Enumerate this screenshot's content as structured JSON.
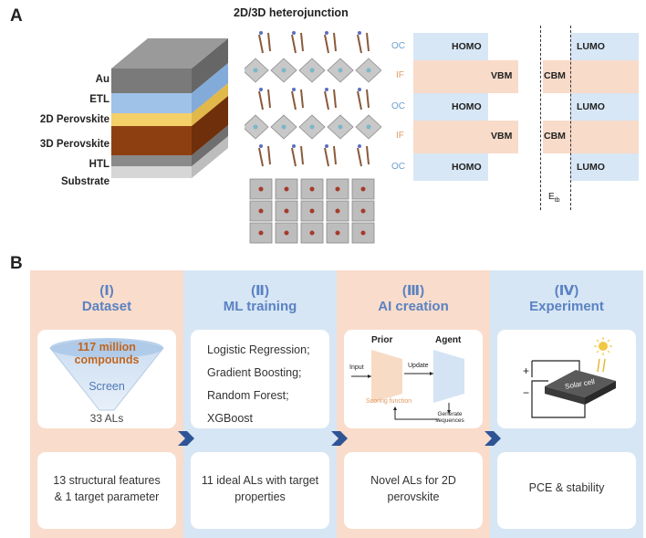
{
  "panel_a": {
    "letter": "A",
    "title": "2D/3D heterojunction",
    "layers": [
      "Au",
      "ETL",
      "2D Perovskite",
      "3D Perovskite",
      "HTL",
      "Substrate"
    ],
    "energy_diagram": {
      "left_rows": [
        {
          "side": "OC",
          "level": "HOMO"
        },
        {
          "side": "IF",
          "level": "VBM"
        },
        {
          "side": "OC",
          "level": "HOMO"
        },
        {
          "side": "IF",
          "level": "VBM"
        },
        {
          "side": "OC",
          "level": "HOMO"
        }
      ],
      "right_rows": [
        "LUMO",
        "CBM",
        "LUMO",
        "CBM",
        "LUMO"
      ],
      "eb_label": "E",
      "eb_sub": "tb"
    }
  },
  "panel_b": {
    "letter": "B",
    "stages": [
      {
        "num": "(Ⅰ)",
        "title": "Dataset",
        "funnel_top": "117 million",
        "funnel_top2": "compounds",
        "funnel_mid": "Screen",
        "funnel_out": "33 ALs",
        "bottom": [
          "13 structural features",
          "& 1 target parameter"
        ]
      },
      {
        "num": "(Ⅱ)",
        "title": "ML training",
        "models": [
          "Logistic Regression;",
          "Gradient Boosting;",
          "Random Forest;",
          "XGBoost"
        ],
        "bottom": [
          "11 ideal ALs with target",
          "properties"
        ]
      },
      {
        "num": "(Ⅲ)",
        "title": "AI creation",
        "prior": "Prior",
        "agent": "Agent",
        "input": "Input",
        "update": "Update",
        "scoring": "Scoring function",
        "generate": [
          "Generate",
          "sequences"
        ],
        "bottom": [
          "Novel ALs for 2D",
          "perovskite"
        ]
      },
      {
        "num": "(Ⅳ)",
        "title": "Experiment",
        "device": "Solar cell",
        "plus": "+",
        "minus": "−",
        "bottom": [
          "PCE & stability"
        ]
      }
    ]
  },
  "colors": {
    "stage_pink": "#f9dccb",
    "stage_blue": "#d7e6f4",
    "heading_blue": "#5a82c3",
    "funnel_text": "#c0651f",
    "chevron": "#2f5496"
  }
}
